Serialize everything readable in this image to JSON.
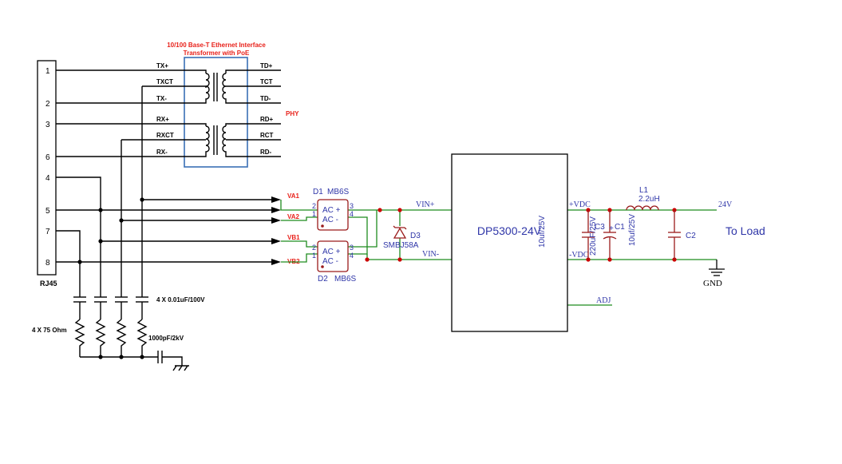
{
  "colors": {
    "wire": "#000000",
    "green_wire": "#1f8c1f",
    "component": "#9a1b1b",
    "label_blue": "#2f36a8",
    "label_red": "#e8211a",
    "junction": "#cc0000",
    "transformer_box": "#3a6fb5"
  },
  "transformer": {
    "title_line1": "10/100 Base-T Ethernet Interface",
    "title_line2": "Transformer with PoE",
    "left_labels": [
      "TX+",
      "TXCT",
      "TX-",
      "RX+",
      "RXCT",
      "RX-"
    ],
    "right_labels": [
      "TD+",
      "TCT",
      "TD-",
      "RD+",
      "RCT",
      "RD-"
    ],
    "phy": "PHY"
  },
  "rj45": {
    "label": "RJ45",
    "pins": [
      "1",
      "2",
      "3",
      "6",
      "4",
      "5",
      "7",
      "8"
    ]
  },
  "bob_smith": {
    "caps": "4 X 0.01uF/100V",
    "resistors": "4 X 75 Ohm",
    "hv_cap": "1000pF/2kV"
  },
  "poe_nets": [
    "VA1",
    "VA2",
    "VB1",
    "VB2"
  ],
  "bridges": {
    "d1_ref": "D1",
    "d1_part": "MB6S",
    "d2_ref": "D2",
    "d2_part": "MB6S",
    "ac_plus": "AC +",
    "ac_minus": "AC  -",
    "pins": [
      "2",
      "3",
      "1",
      "4"
    ]
  },
  "tvs": {
    "ref": "D3",
    "part": "SMBJ58A"
  },
  "nets": {
    "vin_plus": "VIN+",
    "vin_minus": "VIN-",
    "adj": "ADJ",
    "out": "24V",
    "gnd": "GND"
  },
  "module": {
    "name": "DP5300-24V",
    "pos": "+VDC",
    "neg": "-VDC"
  },
  "output": {
    "c3_ref": "C3",
    "c3_val": "10uf/25V",
    "c1_ref": "C1",
    "c1_val": "220uF/25V",
    "l1_ref": "L1",
    "l1_val": "2.2uH",
    "c2_ref": "C2",
    "c2_val": "10uf/25V",
    "plus": "+",
    "to_load": "To Load"
  }
}
